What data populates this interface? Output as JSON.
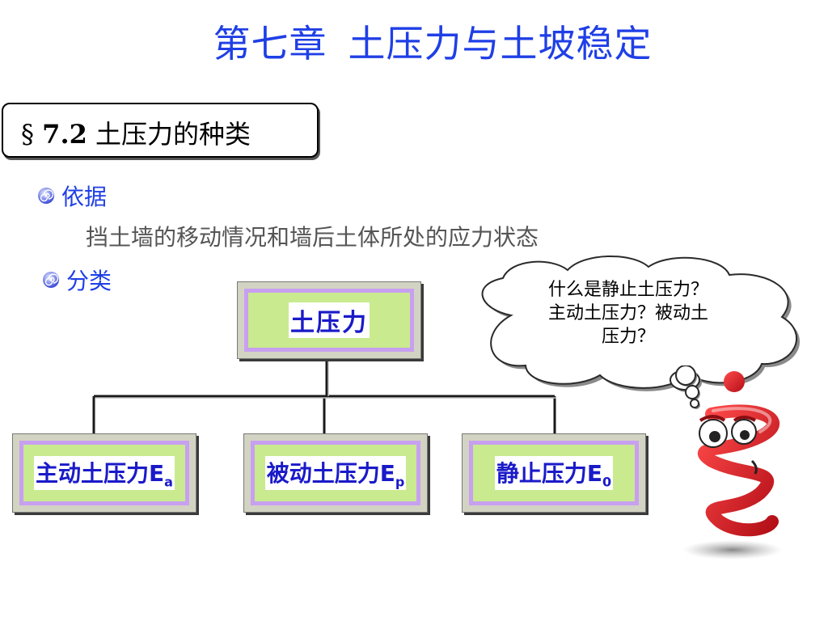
{
  "header": {
    "chapter": "第七章",
    "chapter_title": "土压力与土坡稳定"
  },
  "section": {
    "symbol": "§",
    "number": "7.2",
    "title": "土压力的种类"
  },
  "bullets": [
    {
      "label": "依据",
      "detail": "挡土墙的移动情况和墙后土体所处的应力状态"
    },
    {
      "label": "分类"
    }
  ],
  "tree": {
    "root": "土压力",
    "children": [
      {
        "label": "主动土压力",
        "symbol": "E",
        "subscript": "a"
      },
      {
        "label": "被动土压力",
        "symbol": "E",
        "subscript": "p"
      },
      {
        "label": "静止压力",
        "symbol": "E",
        "subscript": "0"
      }
    ]
  },
  "thought_bubble": {
    "lines": [
      "什么是静止土压力？",
      "主动土压力？被动土",
      "压力？"
    ]
  },
  "colors": {
    "title_blue": "#1f3fe6",
    "node_fill": "#c9ea8f",
    "node_border": "#c7a0f0",
    "node_text": "#1a1ac9",
    "mascot_red": "#e8202a"
  },
  "icons": {
    "bullet": "spiral-bullet-icon",
    "mascot": "red-spring-mascot"
  }
}
